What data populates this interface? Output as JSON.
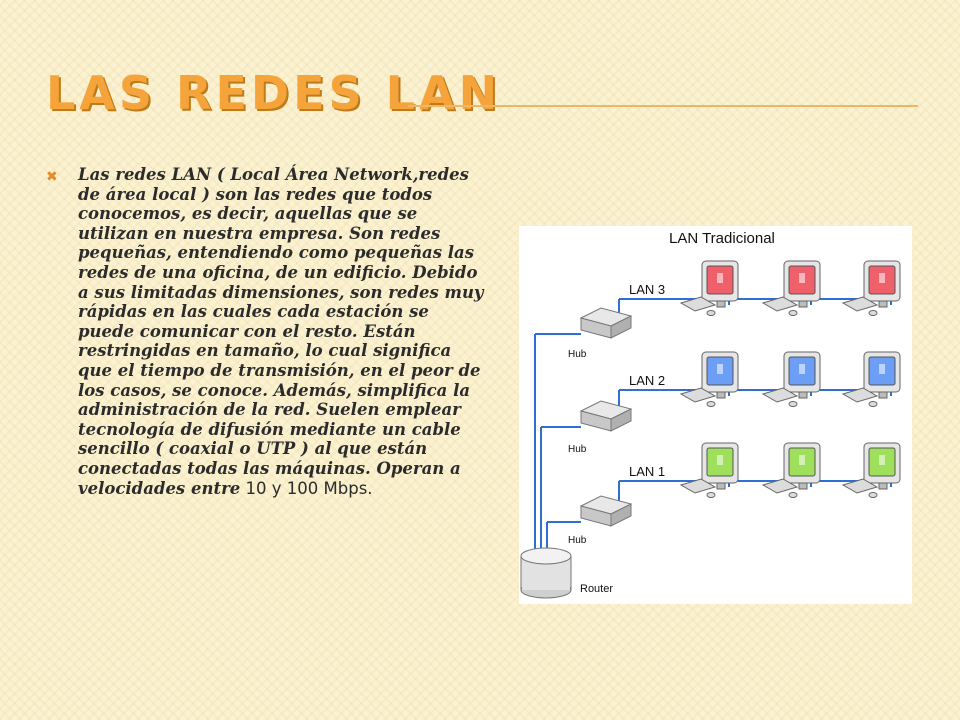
{
  "slide": {
    "title": "LAS REDES LAN",
    "bullet_icon": "x-bullet-icon",
    "body_text": "Las redes LAN ( Local Área Network,redes de área local ) son las redes que todos conocemos, es decir, aquellas que se utilizan en nuestra empresa. Son redes pequeñas, entendiendo como pequeñas las redes de una oficina, de un edificio. Debido a sus limitadas dimensiones, son redes muy rápidas en las cuales cada estación se puede comunicar con el resto. Están restringidas en tamaño, lo cual significa que el tiempo de transmisión, en el peor de los casos, se conoce. Además, simplifica la administración de la red. Suelen emplear tecnología de difusión mediante un cable sencillo ( coaxial o UTP ) al que están conectadas todas las máquinas. Operan a velocidades entre",
    "body_text_tail": " 10 y 100 Mbps."
  },
  "diagram": {
    "title": "LAN Tradicional",
    "lans": [
      {
        "label": "LAN 3",
        "screen_color": "#f0606a",
        "hub_label": "Hub"
      },
      {
        "label": "LAN 2",
        "screen_color": "#6c9ef6",
        "hub_label": "Hub"
      },
      {
        "label": "LAN 1",
        "screen_color": "#9ee05c",
        "hub_label": "Hub"
      }
    ],
    "router_label": "Router",
    "cable_color": "#2e6fd4",
    "accent_color": "#f4a43a"
  }
}
